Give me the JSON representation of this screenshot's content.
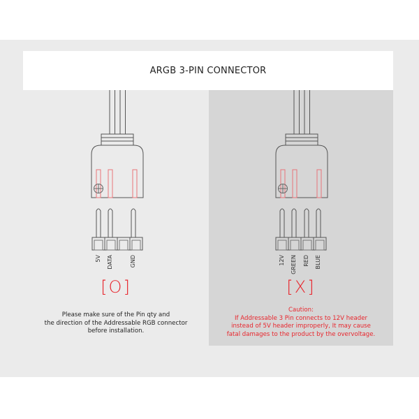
{
  "title": "ARGB 3-PIN CONNECTOR",
  "left": {
    "pin_labels": [
      "5V",
      "DATA",
      "GND"
    ],
    "mark": "[O]",
    "note": [
      "Please make sure of the Pin qty and",
      "the direction of the Addressable RGB connector",
      "before installation."
    ]
  },
  "right": {
    "pin_labels": [
      "12V",
      "GREEN",
      "RED",
      "BLUE"
    ],
    "mark": "[X]",
    "note": [
      "Caution:",
      "If Addressable 3 Pin connects to 12V header",
      "instead of 5V header improperly, It may cause",
      "fatal damages to the product by the overvoltage."
    ]
  },
  "colors": {
    "accent": "#e8262d",
    "left_bg": "#ebebeb",
    "right_bg": "#d6d6d6"
  }
}
